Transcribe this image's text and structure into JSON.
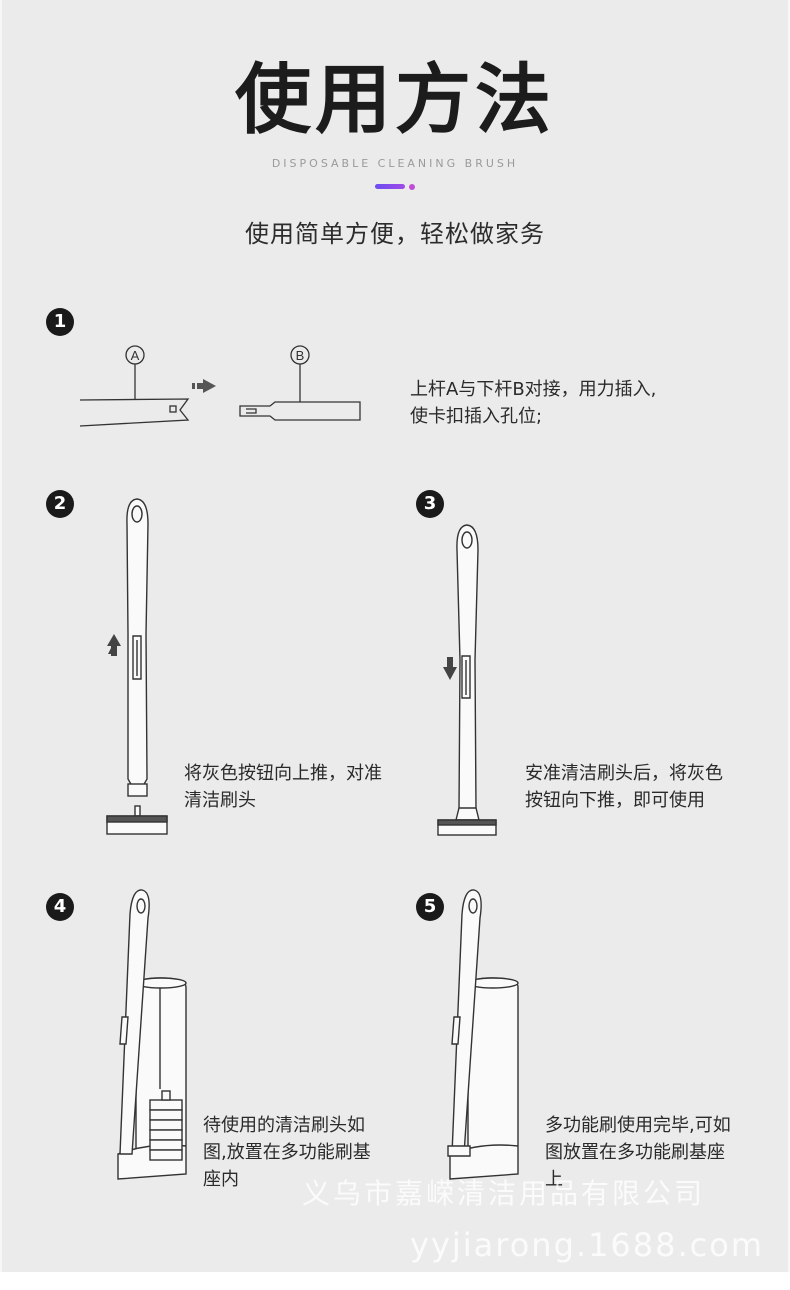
{
  "header": {
    "title": "使用方法",
    "subtitle_en": "DISPOSABLE CLEANING BRUSH",
    "tagline": "使用简单方便，轻松做家务",
    "accent_colors": [
      "#6b4cf0",
      "#c04cd8"
    ]
  },
  "steps": [
    {
      "number": "1",
      "desc": "上杆A与下杆B对接，用力插入,\n使卡扣插入孔位;",
      "labels": [
        "A",
        "B"
      ]
    },
    {
      "number": "2",
      "desc": "将灰色按钮向上推，对准\n清洁刷头"
    },
    {
      "number": "3",
      "desc": "安准清洁刷头后，将灰色\n按钮向下推，即可使用"
    },
    {
      "number": "4",
      "desc": "待使用的清洁刷头如\n图,放置在多功能刷基\n座内"
    },
    {
      "number": "5",
      "desc": "多功能刷使用完毕,可如\n图放置在多功能刷基座\n上"
    }
  ],
  "watermark": {
    "company": "义乌市嘉嵘清洁用品有限公司",
    "site": "yyjiarong.1688.com"
  }
}
